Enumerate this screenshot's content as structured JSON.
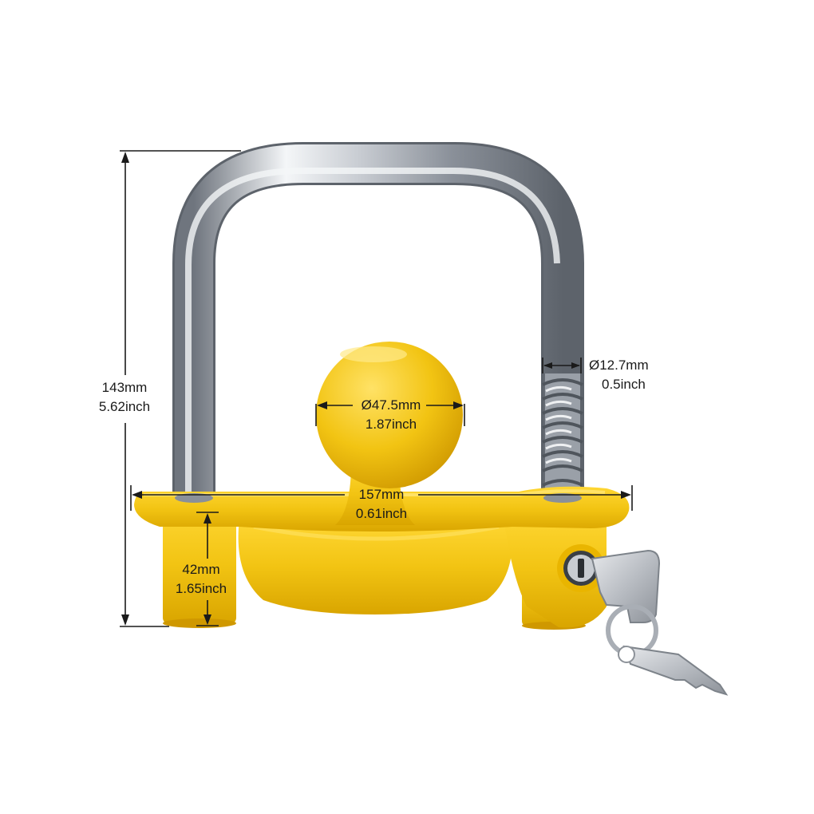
{
  "dimensions": {
    "height": {
      "mm": "143mm",
      "inch": "5.62inch"
    },
    "ball_diameter": {
      "mm": "Ø47.5mm",
      "inch": "1.87inch"
    },
    "shackle_diameter": {
      "mm": "Ø12.7mm",
      "inch": "0.5inch"
    },
    "width": {
      "mm": "157mm",
      "inch": "0.61inch"
    },
    "foot_height": {
      "mm": "42mm",
      "inch": "1.65inch"
    }
  },
  "colors": {
    "body_yellow": "#f2c413",
    "body_shadow": "#d9a500",
    "chrome": "#c8ccd2",
    "chrome_highlight": "#f4f6f8",
    "chrome_dark": "#6f757e",
    "dimension_line": "#1a1a1a"
  },
  "icons": [
    "trailer-coupling-lock-illustration",
    "key-icon",
    "key-ring-icon",
    "lock-cylinder-icon"
  ]
}
